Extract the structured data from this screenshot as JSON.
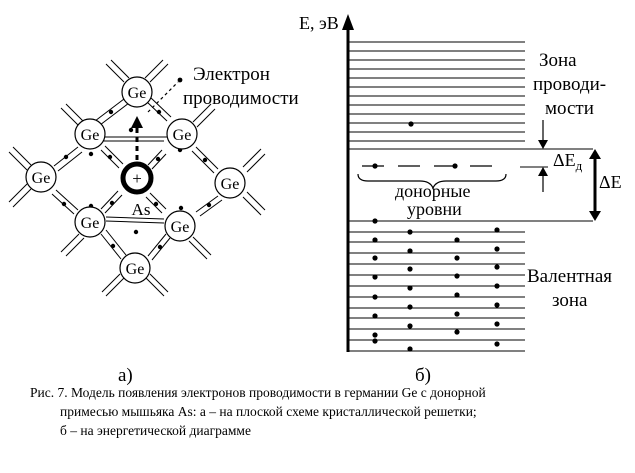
{
  "lattice": {
    "electron_label_1": "Электрон",
    "electron_label_2": "проводимости",
    "atom_label": "Ge",
    "impurity_sign": "+",
    "impurity_label": "As",
    "panel_label": "а)"
  },
  "energy": {
    "axis_label": "E, эВ",
    "conduction_label_1": "Зона",
    "conduction_label_2": "проводи-",
    "conduction_label_3": "мости",
    "donor_label_1": "донорные",
    "donor_label_2": "уровни",
    "delta_ed_symbol": "ΔE",
    "delta_ed_subscript": "д",
    "delta_e_label": "ΔE",
    "valence_label_1": "Валентная",
    "valence_label_2": "зона",
    "panel_label": "б)"
  },
  "caption": {
    "line1": "Рис. 7. Модель появления электронов проводимости в германии Ge с донорной",
    "line2": "примесью мышьяка As: а – на плоской схеме кристаллической решетки;",
    "line3": "б – на энергетической диаграмме"
  },
  "colors": {
    "ink": "#000000",
    "background": "#ffffff"
  }
}
